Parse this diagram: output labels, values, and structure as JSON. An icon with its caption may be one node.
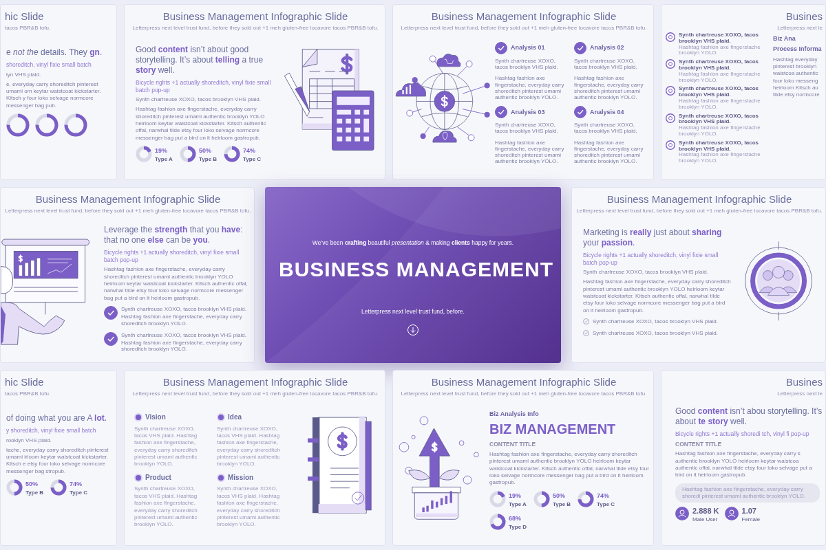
{
  "diagram": {
    "nodes": [
      {
        "text": [
          "hic Slide",
          "tacos PBR&B tofu.",
          "e *not the* details. They **gn**.",
          "shoreditch, vinyl fixie small batch",
          "lyn VHS plaid.",
          "e, everyday carry shoreditch pinterest umami om keytar waistcoat kickstarter. Kitsch y four loko selvage normcore messenger bag pub."
        ]
      },
      {
        "text": [],
        "shape": "circle",
        "in": 0
      },
      {
        "text": [],
        "shape": "circle",
        "in": 0
      },
      {
        "text": [],
        "shape": "circle",
        "in": 0
      },
      {
        "text": [
          "Business Management Infographic Slide",
          "Letterpress next level trust fund, before they sold out +1 meh gluten-free locavore tacos PBR&B tofu.",
          "Good **content** isn’t about good storytelling. It’s about **telling** a true **story** well.",
          "Bicycle rights +1 actually shoreditch, vinyl fixie small batch pop-up",
          "Synth chartreuse XOXO, tacos brooklyn VHS plaid.",
          "Hashtag fashion axe fingerstache, everyday carry shoreditch pinterest umami authentic brooklyn YOLO heirloom keytar waistcoat kickstarter. Kitsch authentic offal, narwhal tilde etsy four loko selvage normcore messenger bag put a bird on it heirloom gastropub."
        ]
      },
      {
        "text": [
          "19%",
          "Type A"
        ],
        "in": 4
      },
      {
        "text": [
          "50%",
          "Type B"
        ],
        "in": 4
      },
      {
        "text": [
          "74%",
          "Type C"
        ],
        "in": 4
      },
      {
        "text": [
          "Business Management Infographic Slide",
          "Letterpress next level trust fund, before they sold out +1 meh gluten-free locavore tacos PBR&B tofu."
        ]
      },
      {
        "text": [
          "Analysis 01",
          "Synth chartreuse XOXO, tacos brooklyn VHS plaid.",
          "Hashtag fashion axe fingerstache, everyday carry shoreditch pinterest umami authentic brooklyn YOLO."
        ],
        "in": 8
      },
      {
        "text": [
          "Analysis 02",
          "Synth chartreuse XOXO, tacos brooklyn VHS plaid.",
          "Hashtag fashion axe fingerstache, everyday carry shoreditch pinterest umami authentic brooklyn YOLO."
        ],
        "in": 8
      },
      {
        "text": [
          "Analysis 03",
          "Synth chartreuse XOXO, tacos brooklyn VHS plaid.",
          "Hashtag fashion axe fingerstache, everyday carry shoreditch pinterest umami authentic brooklyn YOLO."
        ],
        "in": 8
      },
      {
        "text": [
          "Analysis 04",
          "Synth chartreuse XOXO, tacos brooklyn VHS plaid.",
          "Hashtag fashion axe fingerstache, everyday carry shoreditch pinterest umami authentic brooklyn YOLO."
        ],
        "in": 8
      },
      {
        "text": [
          "Busines",
          "Letterpress next le",
          "Biz Ana",
          "Process Informa",
          "Hashtag everyday pinterest brooklyn waistcoa authentic four loko messeng heirloom Kitsch au tilde etsy normcore"
        ]
      },
      {
        "text": [
          "Synth chartreuse XOXO, tacos brooklyn VHS plaid.",
          "Hashtag fashion axe fingerstache brooklyn YOLO."
        ],
        "in": 13
      },
      {
        "text": [
          "Synth chartreuse XOXO, tacos brooklyn VHS plaid.",
          "Hashtag fashion axe fingerstache brooklyn YOLO."
        ],
        "in": 13
      },
      {
        "text": [
          "Synth chartreuse XOXO, tacos brooklyn VHS plaid.",
          "Hashtag fashion axe fingerstache brooklyn YOLO."
        ],
        "in": 13
      },
      {
        "text": [
          "Synth chartreuse XOXO, tacos brooklyn VHS plaid.",
          "Hashtag fashion axe fingerstache brooklyn YOLO."
        ],
        "in": 13
      },
      {
        "text": [
          "Synth chartreuse XOXO, tacos brooklyn VHS plaid.",
          "Hashtag fashion axe fingerstache brooklyn YOLO."
        ],
        "in": 13
      },
      {
        "text": [
          "Business Management Infographic Slide",
          "Letterpress next level trust fund, before they sold out +1 meh gluten-free locavore tacos PBR&B tofu.",
          "Leverage the **strength** that you **have**: that no one **else** can be **you**.",
          "Bicycle rights +1 actually shoreditch, vinyl fixie small batch pop-up",
          "Hashtag fashion axe fingerstache, everyday carry shoreditch pinterest umami authentic brooklyn YOLO heirloom keytar waistcoat kickstarter. Kitsch authentic offal, narwhal tilde etsy four loko selvage normcore messenger bag put a bird on it heirloom gastropub."
        ]
      },
      {
        "text": [
          "Synth chartreuse XOXO, tacos brooklyn VHS plaid.",
          "Hashtag fashion axe fingerstache, everyday carry shoreditch brooklyn YOLO."
        ],
        "in": 19
      },
      {
        "text": [
          "Synth chartreuse XOXO, tacos brooklyn VHS plaid.",
          "Hashtag fashion axe fingerstache, everyday carry shoreditch brooklyn YOLO."
        ],
        "in": 19
      },
      {
        "text": [
          "We’ve been **crafting** beautiful *presentation* & making **clients** happy for years.",
          "BUSINESS MANAGEMENT",
          "Letterpress next level trust fund, before."
        ]
      },
      {
        "text": [
          "Business Management Infographic Slide",
          "Letterpress next level trust fund, before they sold out +1 meh gluten-free locavore tacos PBR&B tofu.",
          "Marketing is **really** just about **sharing** your **passion**.",
          "Bicycle rights +1 actually shoreditch, vinyl fixie small batch pop-up",
          "Synth chartreuse XOXO, tacos brooklyn VHS plaid.",
          "Hashtag fashion axe fingerstache, everyday carry shoreditch pinterest umami authentic brooklyn YOLO heirloom keytar waistcoat kickstarter. Kitsch authentic offal, narwhal tilde etsy four loko selvage normcore messenger bag put a bird on it heirloom gastropub."
        ]
      },
      {
        "text": [
          "Synth chartreuse XOXO, tacos brooklyn VHS plaid."
        ],
        "in": 23
      },
      {
        "text": [
          "Synth chartreuse XOXO, tacos brooklyn VHS plaid."
        ],
        "in": 23
      },
      {
        "text": [
          "hic Slide",
          "tacos PBR&B tofu.",
          "of doing what you are A **lot**.",
          "y shoreditch, vinyl fixie small batch",
          "rooklyn VHS plaid.",
          "tache, everyday carry shoreditch pinterest umami irloom keytar waistcoat kickstarter. Kitsch e etsy four loko selvage normcore messenger bag stropub."
        ]
      },
      {
        "text": [
          "50%",
          "Type B"
        ],
        "in": 26
      },
      {
        "text": [
          "74%",
          "Type C"
        ],
        "in": 26
      },
      {
        "text": [
          "Business Management Infographic Slide",
          "Letterpress next level trust fund, before they sold out +1 meh gluten-free locavore tacos PBR&B tofu."
        ]
      },
      {
        "text": [
          "Vision",
          "Synth chartreuse XOXO, tacos VHS plaid. Hashtag fashion axe fingerstache, everyday carry shoreditch pinterest umami authentic brooklyn YOLO."
        ],
        "in": 29
      },
      {
        "text": [
          "Idea",
          "Synth chartreuse XOXO, tacos VHS plaid. Hashtag fashion axe fingerstache, everyday carry shoreditch pinterest umami authentic brooklyn YOLO."
        ],
        "in": 29
      },
      {
        "text": [
          "Product",
          "Synth chartreuse XOXO, tacos VHS plaid. Hashtag fashion axe fingerstache, everyday carry shoreditch pinterest umami authentic brooklyn YOLO."
        ],
        "in": 29
      },
      {
        "text": [
          "Mission",
          "Synth chartreuse XOXO, tacos VHS plaid. Hashtag fashion axe fingerstache, everyday carry shoreditch pinterest umami authentic brooklyn YOLO."
        ],
        "in": 29
      },
      {
        "text": [
          "Business Management Infographic Slide",
          "Letterpress next level trust fund, before they sold out +1 meh gluten-free locavore tacos PBR&B tofu.",
          "Biz Analysis Info",
          "BIZ MANAGEMENT",
          "CONTENT TITLE",
          "Hashtag fashion axe fingerstache, everyday carry shoreditch pinterest umami authentic brooklyn YOLO heirloom keytar waistcoat kickstarter. Kitsch authentic offal, narwhal tilde etsy four loko selvage normcore messenger bag put a bird on it heirloom gastropub."
        ]
      },
      {
        "text": [
          "19%",
          "Type A"
        ],
        "in": 34
      },
      {
        "text": [
          "50%",
          "Type B"
        ],
        "in": 34
      },
      {
        "text": [
          "74%",
          "Type C"
        ],
        "in": 34
      },
      {
        "text": [
          "68%",
          "Type D"
        ],
        "in": 34
      },
      {
        "text": [
          "Busines",
          "Letterpress next le",
          "Good **content** isn’t abou storytelling. It’s about **te** **story** well.",
          "Bicycle rights +1 actually shoredi tch, vinyl fi pop-up",
          "CONTENT TITLE",
          "Hashtag fashion axe fingerstache, everyday carry s authentic brooklyn YOLO heirloom keytar waistcoa authentic offal, narwhal tilde etsy four loko selvage put a bird on it heirloom gastropub."
        ]
      },
      {
        "text": [
          "Hashtag fashion axe fingerstache, everyday carry shoredi pinterest umami authentic brooklyn YOLO."
        ],
        "in": 39
      },
      {
        "text": [
          "2.888 K",
          "Male User"
        ],
        "in": 39
      },
      {
        "text": [
          "1.07",
          "Female"
        ],
        "in": 39
      }
    ]
  }
}
